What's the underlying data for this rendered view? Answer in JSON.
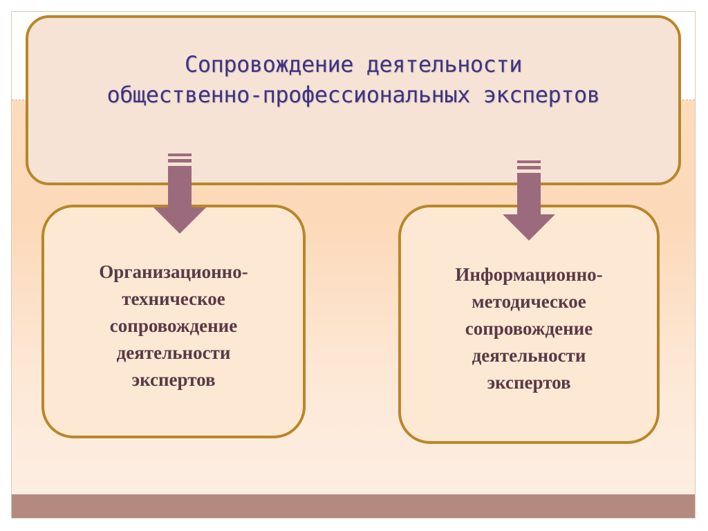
{
  "title": {
    "line1": "Сопровождение деятельности",
    "line2": "общественно-профессиональных экспертов"
  },
  "boxes": [
    {
      "lines": [
        "Организационно-",
        "техническое",
        "сопровождение",
        "деятельности",
        "экспертов"
      ]
    },
    {
      "lines": [
        "Информационно-",
        "методическое",
        "сопровождение",
        "деятельности",
        "экспертов"
      ]
    }
  ],
  "colors": {
    "box_border": "#b8862a",
    "arrow_fill": "#9c6a7d",
    "title_text": "#3d3580",
    "box_text": "#5c3847",
    "bottom_band": "#b48a80"
  },
  "icons": {
    "connector": "down-arrow-icon"
  }
}
